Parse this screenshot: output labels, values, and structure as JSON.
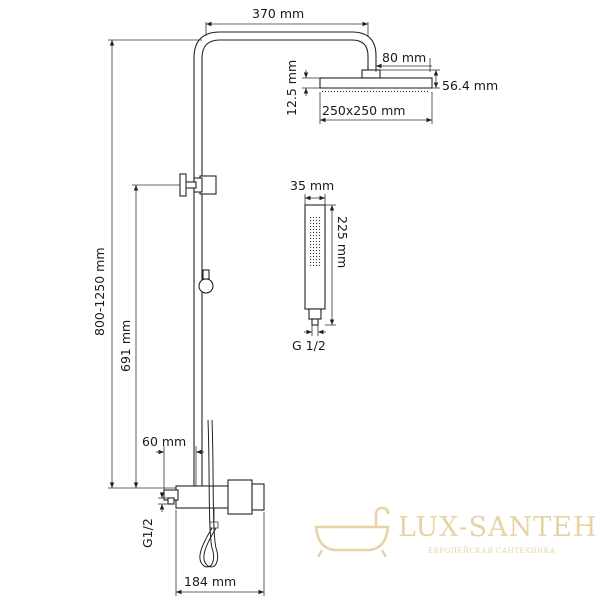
{
  "dimensions": {
    "arm_length": "370 mm",
    "head_offset": "80 mm",
    "head_height": "56.4 mm",
    "head_thickness": "12.5 mm",
    "head_size": "250x250 mm",
    "total_height": "800-1250 mm",
    "holder_height": "691 mm",
    "outlet_offset": "60 mm",
    "inlet_thread": "G1/2",
    "mixer_width": "184 mm",
    "hand_shower_width": "35 mm",
    "hand_shower_length": "225 mm",
    "hand_shower_thread": "G 1/2"
  },
  "watermark": {
    "title": "LUX-SANTEH",
    "subtitle": "ЕВРОПЕЙСКАЯ САНТЕХНИКА",
    "icon": "bathtub-icon",
    "color": "#e6d3a6"
  }
}
